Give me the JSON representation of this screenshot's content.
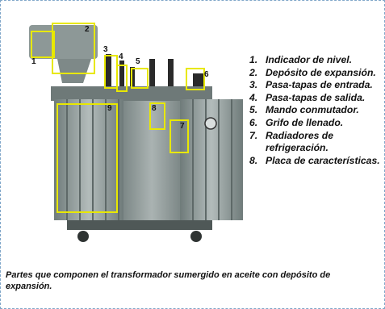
{
  "legend": [
    {
      "num": "1.",
      "text": "Indicador de nivel."
    },
    {
      "num": "2.",
      "text": "Depósito de expansión."
    },
    {
      "num": "3.",
      "text": "Pasa-tapas de entrada."
    },
    {
      "num": "4.",
      "text": "Pasa-tapas de salida."
    },
    {
      "num": "5.",
      "text": "Mando conmutador."
    },
    {
      "num": "6.",
      "text": "Grifo de llenado."
    },
    {
      "num": "7.",
      "text": "Radiadores de refrigeración."
    },
    {
      "num": "8.",
      "text": "Placa de características."
    }
  ],
  "callouts": [
    "1",
    "2",
    "3",
    "4",
    "5",
    "6",
    "7",
    "8",
    "9"
  ],
  "caption": "Partes que componen el transformador sumergido en aceite con depósito de expansión.",
  "colors": {
    "highlight_box": "#e8e800",
    "tank": "#8a9594",
    "background": "#ffffff"
  }
}
